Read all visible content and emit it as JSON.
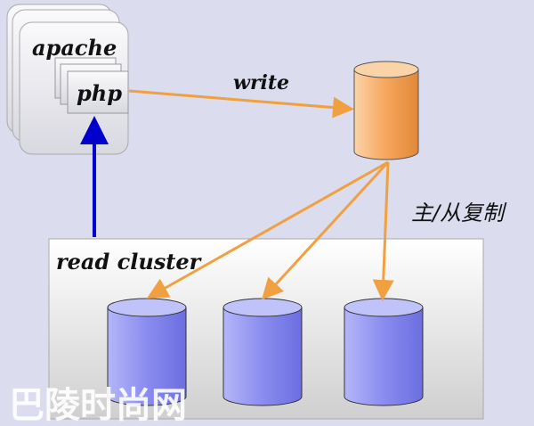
{
  "apache_label": "apache",
  "php_label": "php",
  "write_label": "write",
  "replication_label": "主/从复制",
  "cluster_label": "read cluster",
  "watermark": "巴陵时尚网",
  "colors": {
    "background": "#dcdcef",
    "master_db": "#f7a65c",
    "slave_db": "#8a8cf0",
    "write_arrow": "#f0a040",
    "read_arrow": "#0000cc"
  }
}
